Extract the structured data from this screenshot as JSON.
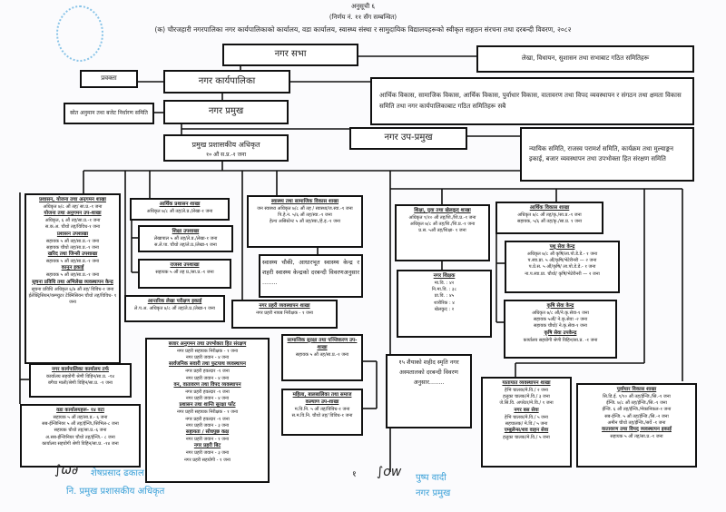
{
  "header": {
    "annex": "अनुसूची ६",
    "decision": "(निर्णय नं. ११ सँग सम्बन्धित)",
    "title": "(क) चौरजहारी नगरपालिका नगर कार्यपालिकाको कार्यालय, वडा कार्यालय, स्वास्थ्य संस्था र सामुदायिक विद्यालयहरूको स्वीकृत सङ्गठन संरचना तथा दरबन्दी विवरण, २०८२"
  },
  "top": {
    "nagar_sabha": "नगर सभा",
    "lekha": "लेखा, विधायन, सुशासन तथा सभाबाट गठित समितिहरू",
    "prawakta": "प्रवक्ता",
    "karyapalika": "नगर कार्यपालिका",
    "samiti": "आर्थिक विकास, सामाजिक विकास, आर्थिक विकास, पुर्वाधार विकास, वातावरण तथा विपद व्यवस्थापन र संगठन तथा क्षमता विकास समिति तथा नगर कार्यपालिकाबाट गठित समितिहरू सबै",
    "srot": "स्रोत अनुमान तथा बजेट निर्धारण समिति",
    "pramukh": "नगर प्रमुख",
    "upapramukh": "नगर उप-प्रमुख",
    "nyayik": "न्यायिक समिति, राजस्व परामर्श समिति, कार्यक्रम तथा मुल्याङ्कन इकाई, बजार व्यवस्थापन तथा उपभोक्ता हित संरक्षण समिति",
    "cao_title": "प्रमुख प्रशासकीय अधिकृत",
    "cao_post": "१० औं स.प्र.-१ जना"
  },
  "boxes": {
    "admin": {
      "sections": [
        {
          "title": "प्रशासन, योजना तथा अनुगमन शाखा",
          "lines": [
            "अधिकृत ७/८ औं तह/ सा.प्र.-१ जना"
          ]
        },
        {
          "title": "योजना तथा अनुगमन उप-शाखा",
          "lines": [
            "अधिकृत, ६ औं तह/सा.प्र.-१ जना",
            "स.क.अ. चौथो तह/विविध-१ जना"
          ]
        },
        {
          "title": "प्रशासन उपशाखा",
          "lines": [
            "सहायक ५ औं तह/सा.प्र.-१ जना",
            "सहायक चौथो तह/सा.प्र.-१ जना"
          ]
        },
        {
          "title": "खरिद तथा जिन्सी उपशाखा",
          "lines": [
            "सहायक ५ औं तह/सा.प्र.-१ जना"
          ]
        },
        {
          "title": "कानुन इकाई",
          "lines": [
            "सहायक ५ औं तह/सा.प्र.-१ जना"
          ]
        },
        {
          "title": "सूचना प्रविधि तथा अभिलेख व्यवस्थापन केन्द्र",
          "lines": [
            "सूचना प्रविधि अधिकृत ६/७ औं तह/ विविध-१ जना",
            "ईलेक्ट्रिसियन/कम्प्युटर टेक्निसियन चौथो तह/विविध- १ जना"
          ]
        }
      ]
    },
    "arthik_prashasan": {
      "sections": [
        {
          "title": "आर्थिक प्रशासन शाखा",
          "lines": [
            "अधिकृत ७/८ औं तह/ले.प्र./लेखा-१ जना"
          ]
        }
      ]
    },
    "shiksha_up": {
      "sections": [
        {
          "title": "शिक्षा उपशाखा",
          "lines": [
            "लेखापाल ५ औं तह/ले.प्र./लेखा-१ जना",
            "स.ले.पा. चौथो तह/ले.प्र./लेखा-१ जना"
          ]
        }
      ]
    },
    "rajaswa": {
      "sections": [
        {
          "title": "राजस्व उपशाखा",
          "lines": [
            "सहायक ५ औं तह प्र./सा.प्र.-१ जना"
          ]
        }
      ]
    },
    "antarik": {
      "sections": [
        {
          "title": "आन्तरिक लेखा परीक्षण इकाई",
          "lines": [
            "ले.प.अ. अधिकृत ७/८ औं तह/ले.प्र./लेखा-१ जना"
          ]
        }
      ]
    },
    "swasthya": {
      "sections": [
        {
          "title": "स्वास्थ्य तथा सामाजिक विकास शाखा",
          "lines": [
            "जन स्वास्थ्य अधिकृत ७/८ औं तह / स्वास्थ्य/ज.स्वा.-१ जना",
            "पि.हे.न. ५/६ औं तह/स्वा.-१ जना",
            "हेल्थ असिस्टेन्ट ५ औं तह/स्वा./हे.इ.-१ जना"
          ]
        }
      ]
    },
    "swasthya_chauki": {
      "text": "स्वास्थ्य चौकी, आधारभूत स्वास्थ्य केन्द्र र शहरी स्वास्थ्य केन्द्रको दरबन्दी विवरणअनुसार ........"
    },
    "prahari": {
      "sections": [
        {
          "title": "नगर प्रहरी व्यवस्थापन शाखा",
          "lines": [
            "नगर प्रहरी नायब निरीक्षक - १ जना"
          ]
        }
      ]
    },
    "shiksha_yuwa": {
      "sections": [
        {
          "title": "शिक्षा, युवा तथा खेलकुद शाखा",
          "lines": [
            "अधिकृत ९/१० औं तह/शि./शि.प्र.-१ जना",
            "अधिकृत ७/८ औं तह/शि./शि.प्र.-१ जना",
            "प्र.स. ५औं तह/शिक्षा- १ जना"
          ]
        }
      ]
    },
    "nagar_shikshak": {
      "sections": [
        {
          "title": "नगर शिक्षक",
          "lines": [
            "मा.वि. : ४२",
            "नि.मा.वि. : ३८",
            "प्रा.वि. : ४५",
            "शारीरिक : ४",
            "खेलकुद : २"
          ]
        }
      ]
    },
    "arthik_bikas": {
      "sections": [
        {
          "title": "आर्थिक विकास शाखा",
          "lines": [
            "अधिकृत ७/८ औं तह/कृ./सा.प्र.-१ जना",
            "सहायक, ५/६ औं तह/कृ./सा.प्र. १ जना"
          ]
        }
      ]
    },
    "pashu": {
      "sections": [
        {
          "title": "पशु सेवा केन्द्र",
          "lines": [
            "अधिकृत ७/८ औं कृषि/ला.पो.डे.डे.- १ जना",
            "प.स्वा.प्रा. ५ औं/कृषि/भेटेरीनरी — २ जना",
            "प.प्रे.स. ५ औं/कृषि/ ला.पो.डे.डे.- १ जना",
            "ना.प.स्वा.प्रा. चौथो/ कृषि/भेटेरीनरी — २ जना"
          ]
        }
      ]
    },
    "krishi": {
      "sections": [
        {
          "title": "कृषि सेवा केन्द्र",
          "lines": [
            "अधिकृत ७/८ औं/ने.कृ.सेवा-१ जना",
            "सहायक ५औं/ ने.कृ.सेवा -२ जना",
            "सहायक चौथो/ ने.कृ.सेवा-१ जना"
          ]
        },
        {
          "title": "कृषि सेवा उपकेन्द्र",
          "lines": [
            "कार्यालय सहयोगी श्रेणी विहिन/सा.प्र. -१ जना"
          ]
        }
      ]
    },
    "karyalaya": {
      "sections": [
        {
          "title": "नगर कार्यपालिका कार्यालय तर्फ",
          "lines": [
            "कार्यालय सहयोगी श्रेणी विहिन/सा.प्र. -१४",
            "बगैचा माली/श्रेणी विहिन/सा.प्र. -१ जना"
          ]
        }
      ]
    },
    "wada": {
      "sections": [
        {
          "title": "वडा कार्यालयहरू- १४ वटा",
          "lines": [
            "सहायक ५ औं तह/सा.प्र.- ६ जना",
            "सब-ईन्जिनियर ५ औं तह/ईन्जि./सिभिल-८ जना",
            "सहायक चौथो तह/सा.प्र.-६ जना",
            "अ.सब-ईन्जिनियर चौथो तह/ईन्जि.- ८ जना",
            "कार्यालय सहयोगी श्रेणी विहिन/सा.प्र. -१४ जना"
          ]
        }
      ]
    },
    "bajar": {
      "sections": [
        {
          "title": "बजार अनुगमन तथा उपभोक्ता हित संरक्षण",
          "lines": [
            "नगर प्रहरी सहायक निरीक्षक - १ जना",
            "नगर प्रहरी जवान - ४ जना"
          ]
        },
        {
          "title": "सार्वजनिक सवारी तथा फुटपाथ व्यवस्थापन",
          "lines": [
            "नगर प्रहरी हवल्दार -१ जना",
            "नगर प्रहरी जवान - ४ जना"
          ]
        },
        {
          "title": "वन, वातावरण तथा विपद व्यवस्थापन",
          "lines": [
            "नगर प्रहरी हवल्दार -१ जना",
            "नगर प्रहरी जवान - ४ जना"
          ]
        },
        {
          "title": "प्रशासन तथा शान्ति सुरक्षा फाँट",
          "lines": [
            "नगर प्रहरी सहायक निरीक्षक - १ जना",
            "नगर प्रहरी हवल्दार -१ जना",
            "नगर प्रहरी जवान - ३ जना"
          ]
        },
        {
          "title": "सहायता / सोधपुछ कक्ष",
          "lines": [
            "नगर प्रहरी जवान - १ जना"
          ]
        },
        {
          "title": "नगर प्रहरी बिट",
          "lines": [
            "नगर प्रहरी जवान - ३ जना",
            "नगर प्रहरी सहयोगी - १ जना"
          ]
        }
      ]
    },
    "samajik": {
      "sections": [
        {
          "title": "सामाजिक सुरक्षा तथा पञ्जिकरण उप- शाखा",
          "lines": [
            "सहायक ५ औं तह/सा.प्र.-१ जना"
          ]
        }
      ]
    },
    "mahila": {
      "sections": [
        {
          "title": "महिला, बालबालिका तथा समाज कल्याण उप-शाखा",
          "lines": [
            "म.वि.नि. ५ औं तह/विविध-१ जना",
            "स.म.वि.नि. चौथो तह/ विविध-१ जना"
          ]
        }
      ]
    },
    "aspatal": {
      "text": "१५ शैयाको शहीद स्मृति नगर अस्पतालको दरबन्दी विवरण अनुसार........"
    },
    "yatayat": {
      "sections": [
        {
          "title": "यातायात व्यवस्थापन शाखा",
          "lines": [
            "हेभि चालक/मे.वि./ २ जना",
            "हलुका चालक/मे.वि./ ३ जना",
            "जे.सि.वि. अपरेटर/मे.वि./ १ जना"
          ]
        },
        {
          "title": "नगर बस सेवा",
          "lines": [
            "हेभि चालक/मे.वि./ ५ जना",
            "सहचालक/ मे.वि./ ५ जना"
          ]
        },
        {
          "title": "एम्बुलेन्स/शव वाहन सेवा",
          "lines": [
            "हलुका चालक/मे.वि./ ५ जना"
          ]
        }
      ]
    },
    "purwadhar": {
      "sections": [
        {
          "title": "पूर्वाधार विकास शाखा",
          "lines": [
            "सि.डि.ई. ९/१० औं तह/ईन्जि./सि.-१ जना",
            "ईन्जि. ७/८ औं तह/ईन्जि./सि.-१ जना",
            "ईन्जि. ६ औं तह/ईन्जि./मेकानिकल-१ जना",
            "सब-ईन्जि. ५ औं तह/ईन्जि./सि.-२ जना",
            "अमीन चौथो तह/ईन्जि./सर्वे -१ जना"
          ]
        },
        {
          "title": "वातावरण तथा विपद् व्यवस्थापन इकाई",
          "lines": [
            "सहायक ५ औं तह/सा.प्र.-१ जना"
          ]
        }
      ]
    }
  },
  "signatures": {
    "left_name": "शेषप्रसाद ढकाल",
    "left_title": "नि. प्रमुख प्रशासकीय अधिकृत",
    "right_name": "पुष्प वादी",
    "right_title": "नगर प्रमुख"
  },
  "page_number": "१"
}
